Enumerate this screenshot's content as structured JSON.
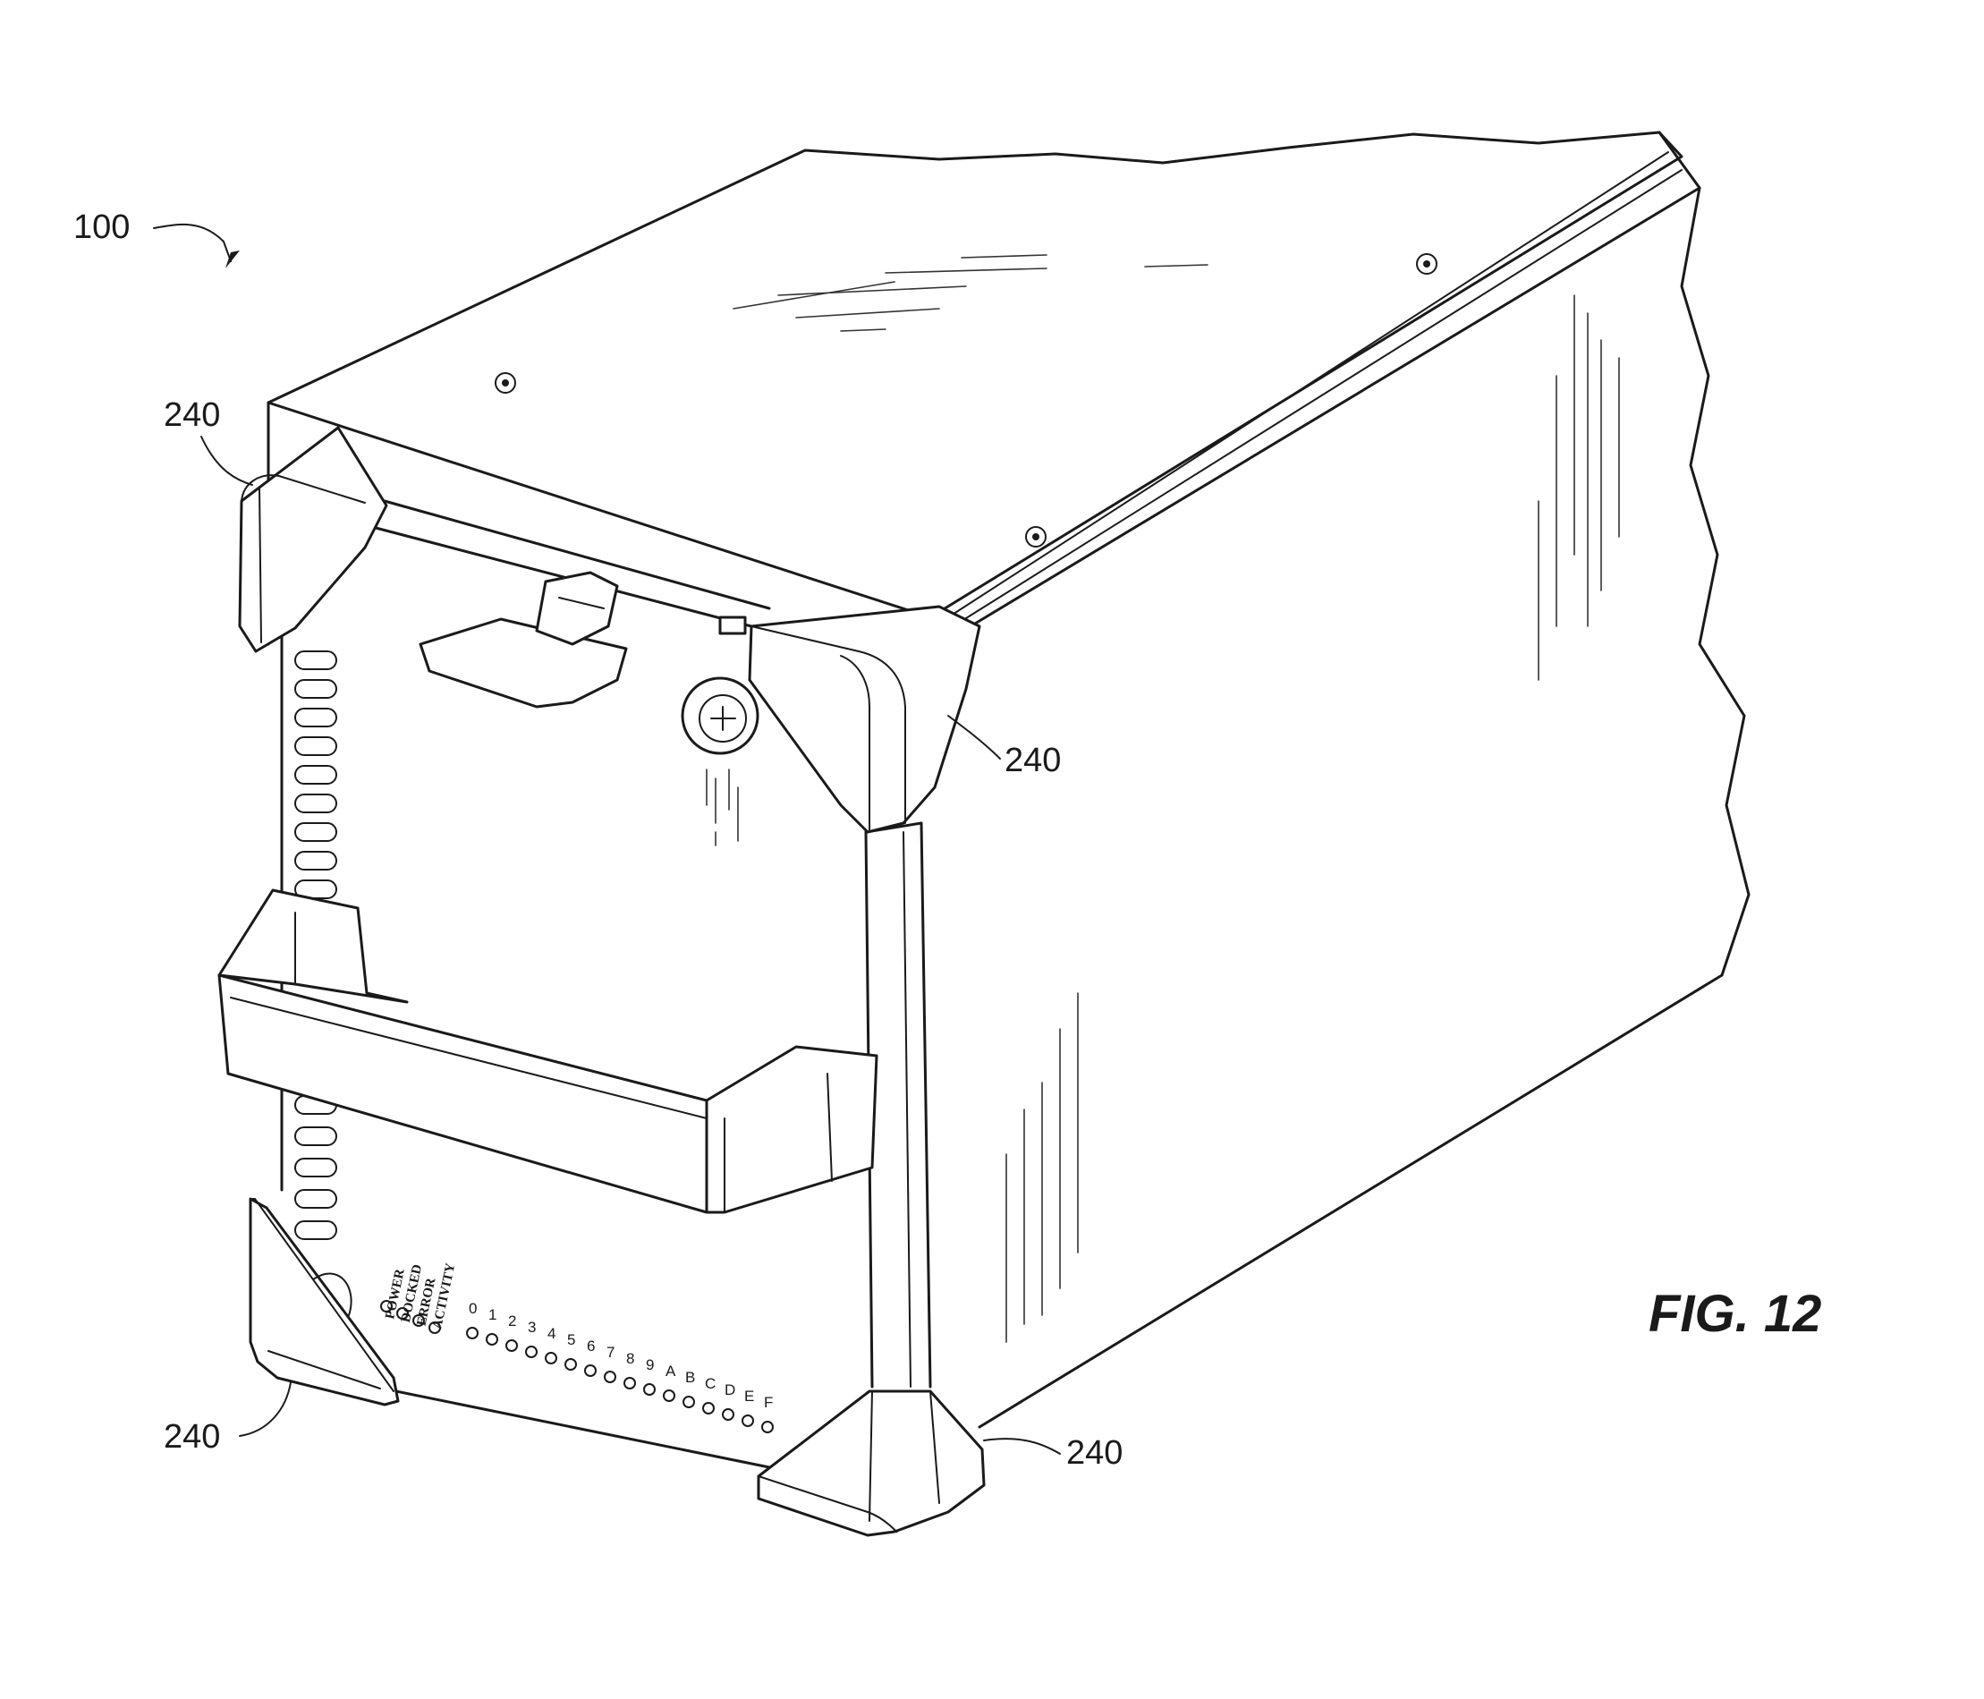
{
  "figure": {
    "title": "FIG. 12",
    "device_ref": "100",
    "corner_ref": "240"
  },
  "front_panel": {
    "status_labels": [
      "POWER",
      "DOCKED",
      "ERROR",
      "ACTIVITY"
    ],
    "slot_labels": [
      "0",
      "1",
      "2",
      "3",
      "4",
      "5",
      "6",
      "7",
      "8",
      "9",
      "A",
      "B",
      "C",
      "D",
      "E",
      "F"
    ]
  },
  "colors": {
    "line": "#1a1a1a",
    "background": "#ffffff"
  }
}
